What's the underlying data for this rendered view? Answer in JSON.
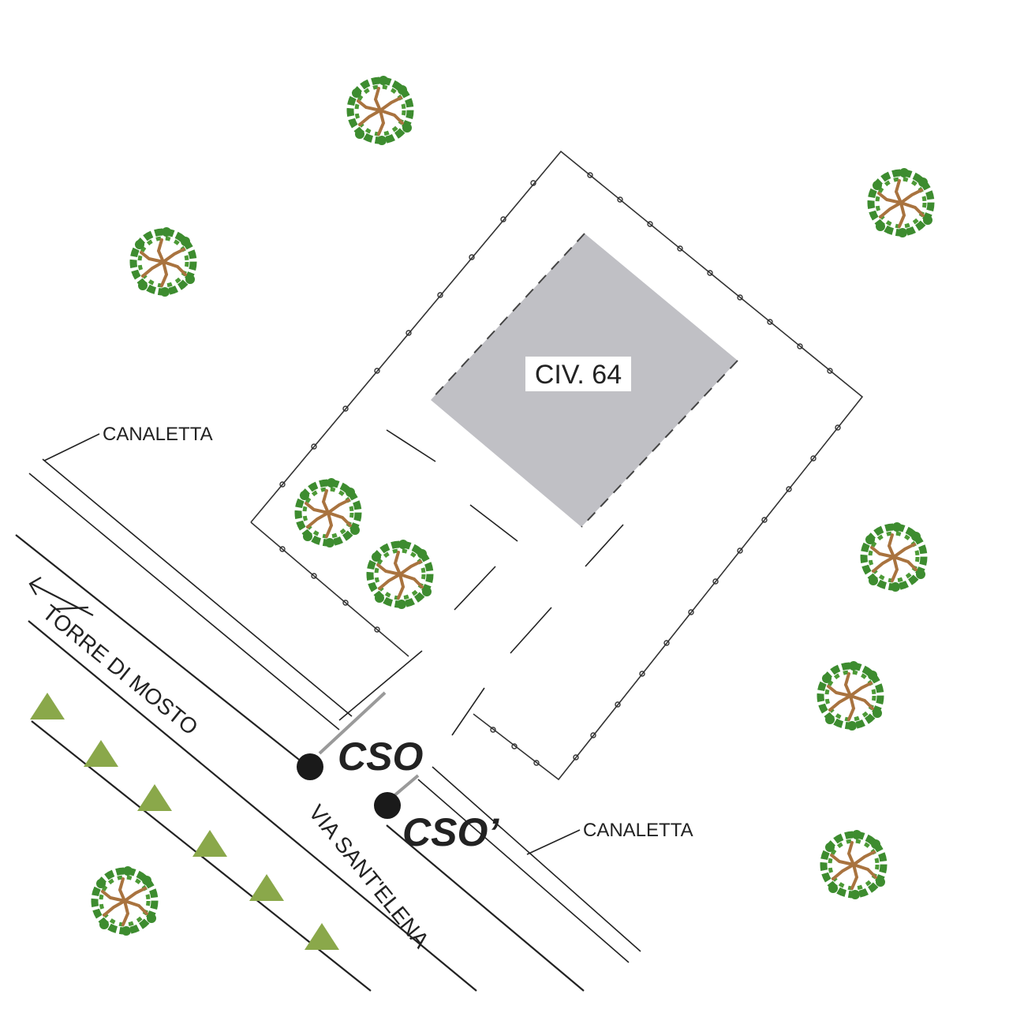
{
  "labels": {
    "canaletta_top": "CANALETTA",
    "canaletta_bottom": "CANALETTA",
    "building": "CIV. 64",
    "road_torre": "TORRE DI MOSTO",
    "road_via": "VIA SANT'ELENA",
    "point_cso": "CSO",
    "point_cso_prime": "CSO’"
  },
  "colors": {
    "building_fill": "#c0c0c5",
    "tree_green": "#3d8c2f",
    "tree_branch": "#a9733f",
    "triangle_green": "#8aa84a",
    "line": "#222222"
  },
  "symbols": {
    "tree": "tree-icon",
    "triangle": "vegetation-triangle-icon",
    "point": "discharge-point-icon",
    "arrow": "direction-arrow-icon"
  }
}
